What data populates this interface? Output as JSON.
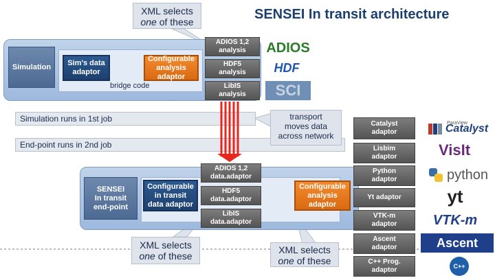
{
  "title": "SENSEI In transit architecture",
  "callouts": {
    "top": {
      "line1": "XML selects",
      "line2a": "one",
      "line2b": " of these"
    },
    "bottom_left": {
      "line1": "XML selects",
      "line2a": "one",
      "line2b": " of these"
    },
    "bottom_mid": {
      "line1": "XML selects",
      "line2a": "one",
      "line2b": " of these"
    },
    "transport": {
      "line1": "transport",
      "line2": "moves data",
      "line3": "across network"
    }
  },
  "top_panel": {
    "simulation": "Simulation",
    "sim_adaptor": {
      "line1": "Sim's data",
      "line2": "adaptor"
    },
    "configurable": {
      "line1": "Configurable",
      "line2": "analysis",
      "line3": "adaptor"
    },
    "bridge_code": "bridge code",
    "analysis": [
      {
        "line1": "ADIOS 1,2",
        "line2": "analysis"
      },
      {
        "line1": "HDF5",
        "line2": "analysis"
      },
      {
        "line1": "LibIS",
        "line2": "analysis"
      }
    ]
  },
  "bars": {
    "sim_runs": "Simulation runs in 1st job",
    "endpoint_runs": "End-point runs in 2nd job"
  },
  "bottom_panel": {
    "sensei": {
      "line1": "SENSEI",
      "line2": "In transit",
      "line3": "end-point"
    },
    "configurable_transit": {
      "line1": "Configurable",
      "line2": "in transit",
      "line3": "data adaptor"
    },
    "data_adaptors": [
      {
        "line1": "ADIOS 1,2",
        "line2": "data.adaptor"
      },
      {
        "line1": "HDF5",
        "line2": "data.adaptor"
      },
      {
        "line1": "LibIS",
        "line2": "data.adaptor"
      }
    ],
    "configurable_analysis": {
      "line1": "Configurable",
      "line2": "analysis",
      "line3": "adaptor"
    }
  },
  "right_adaptors": [
    {
      "line1": "Catalyst",
      "line2": "adaptor"
    },
    {
      "line1": "Lisbim",
      "line2": "adaptor"
    },
    {
      "line1": "Python",
      "line2": "adaptor"
    },
    {
      "line1": "Yt adaptor",
      "line2": ""
    },
    {
      "line1": "VTK-m",
      "line2": "adaptor"
    },
    {
      "line1": "Ascent",
      "line2": "adaptor"
    },
    {
      "line1": "C++ Prog.",
      "line2": "adaptor"
    }
  ],
  "logos": {
    "adios": "ADIOS",
    "hdf": "HDF",
    "sci": "SCI",
    "paraview_small": "ParaView",
    "catalyst": "Catalyst",
    "visit": "VisIt",
    "python": "python",
    "yt": "yt",
    "vtkm": "VTK-m",
    "ascent": "Ascent",
    "cpp": "C++"
  },
  "colors": {
    "title": "#1c3f6e",
    "panel": "#a9c2e3",
    "dark_blue": "#1d3f6d",
    "orange": "#e57a1f",
    "gray": "#666666",
    "green": "#52a052",
    "arrow_red": "#e8281e"
  }
}
